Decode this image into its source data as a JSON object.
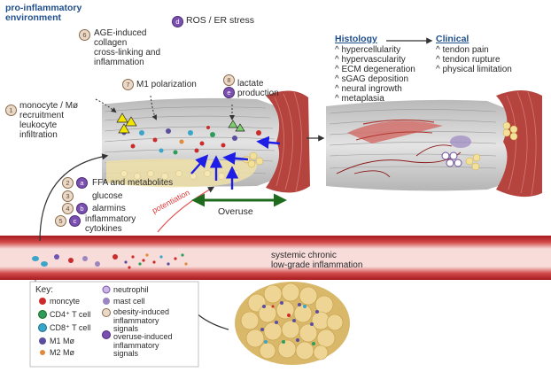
{
  "title": "pro-inflammatory\nenvironment",
  "labels": {
    "ros": "ROS / ER stress",
    "age": "AGE-induced\ncollagen\ncross-linking and\ninflammation",
    "m1": "M1 polarization",
    "lactate": "lactate\nproduction",
    "monocyte": "monocyte / Mø\nrecruitment\nleukocyte\ninfiltration",
    "ffa": "FFA and metabolites",
    "glucose": "glucose",
    "alarmins": "alarmins",
    "cytokines": "inflammatory\ncytokines",
    "potentiation": "potentiation",
    "overuse": "Overuse",
    "systemic": "systemic chronic\nlow-grade inflammation"
  },
  "badges": {
    "n1": "1",
    "n2": "2",
    "n3": "3",
    "n4": "4",
    "n5": "5",
    "n6": "6",
    "n7": "7",
    "n8": "8",
    "a": "a",
    "b": "b",
    "c": "c",
    "d": "d",
    "e": "e"
  },
  "histology": {
    "header": "Histology",
    "items": [
      "^ hypercellularity",
      "^ hypervascularity",
      "^ ECM degeneration",
      "^ sGAG deposition",
      "^ neural ingrowth",
      "^ metaplasia"
    ]
  },
  "clinical": {
    "header": "Clinical",
    "items": [
      "^ tendon pain",
      "^ tendon rupture",
      "^ physical limitation"
    ]
  },
  "key": {
    "title": "Key:",
    "items": [
      {
        "label": "moncyte"
      },
      {
        "label": "CD4⁺ T cell"
      },
      {
        "label": "CD8⁺ T cell"
      },
      {
        "label": "M1 Mø"
      },
      {
        "label": "M2 Mø"
      },
      {
        "label": "neutrophil"
      },
      {
        "label": "mast cell"
      },
      {
        "label": "obesity-induced\ninflammatory\nsignals"
      },
      {
        "label": "overuse-induced\ninflammatory\nsignals"
      }
    ]
  },
  "colors": {
    "title_blue": "#1f4e8c",
    "vessel_red": "#b51f24",
    "vessel_pink": "#f6d5d4",
    "arrow_blue": "#1e1ee6",
    "overuse_green": "#1e6b1e",
    "muscle": "#b5443f",
    "tendon": "#c9c9c9",
    "fat": "#e9d27a"
  }
}
